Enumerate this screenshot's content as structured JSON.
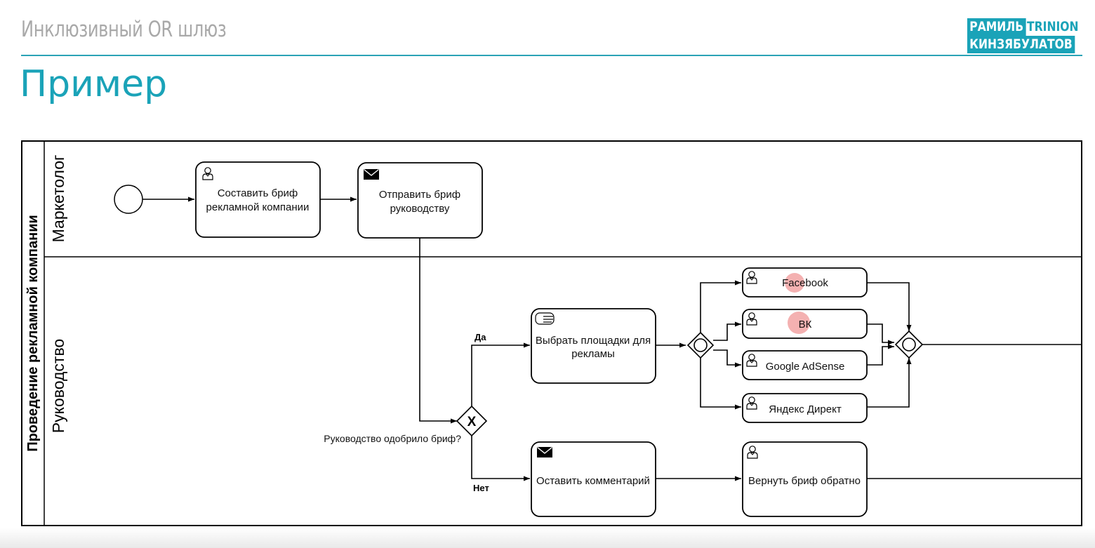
{
  "header": {
    "subtitle": "Инклюзивный OR шлюз",
    "title": "Пример",
    "logo_line1_a": "РАМИЛЬ",
    "logo_line1_b": "TRINION",
    "logo_line2": "КИНЗЯБУЛАТОВ",
    "accent_color": "#1aa3b8"
  },
  "diagram": {
    "pool_label": "Проведение рекламной компании",
    "lanes": {
      "marketer": "Маркетолог",
      "management": "Руководство"
    },
    "tasks": {
      "compose_brief": {
        "line1": "Составить бриф",
        "line2": "рекламной компании",
        "icon": "user-task-icon"
      },
      "send_brief": {
        "line1": "Отправить бриф",
        "line2": "руководству",
        "icon": "envelope-icon"
      },
      "choose_platforms": {
        "line1": "Выбрать площадки для",
        "line2": "рекламы",
        "icon": "hand-icon"
      },
      "facebook": {
        "label": "Facebook",
        "icon": "user-task-icon"
      },
      "vk": {
        "label": "ВК",
        "icon": "user-task-icon"
      },
      "google_adsense": {
        "label": "Google AdSense",
        "icon": "user-task-icon"
      },
      "yandex_direct": {
        "label": "Яндекс Директ",
        "icon": "user-task-icon"
      },
      "leave_comment": {
        "label": "Оставить комментарий",
        "icon": "envelope-icon"
      },
      "return_brief": {
        "label": "Вернуть бриф обратно",
        "icon": "user-task-icon"
      }
    },
    "gateway_question": "Руководство одобрило бриф?",
    "flow_yes": "Да",
    "flow_no": "Нет",
    "gateway_x_symbol": "X"
  }
}
